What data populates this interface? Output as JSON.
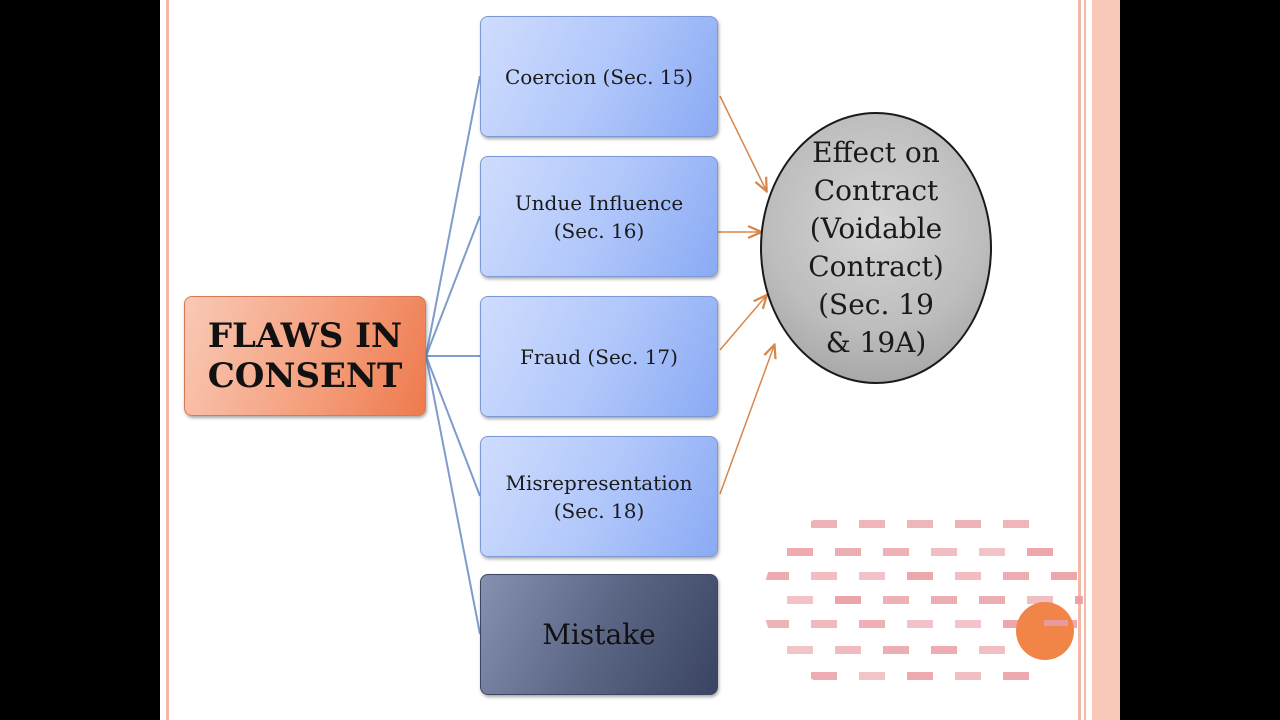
{
  "diagram": {
    "source": {
      "label": "FLAWS IN\nCONSENT"
    },
    "items": [
      {
        "label": "Coercion (Sec. 15)"
      },
      {
        "label": "Undue Influence\n(Sec. 16)"
      },
      {
        "label": "Fraud (Sec. 17)"
      },
      {
        "label": "Misrepresentation\n(Sec. 18)"
      },
      {
        "label": "Mistake"
      }
    ],
    "effect": {
      "label": "Effect on\nContract\n(Voidable\nContract)\n(Sec. 19\n& 19A)"
    }
  },
  "colors": {
    "source_fill": "#f5a483",
    "item_fill": "#b2c8fb",
    "mistake_fill": "#5b6685",
    "effect_fill": "#bdbdbd",
    "connector_blue": "#7f9ccb",
    "arrow_orange": "#d8864a",
    "border_accent": "#f3b9a6"
  }
}
